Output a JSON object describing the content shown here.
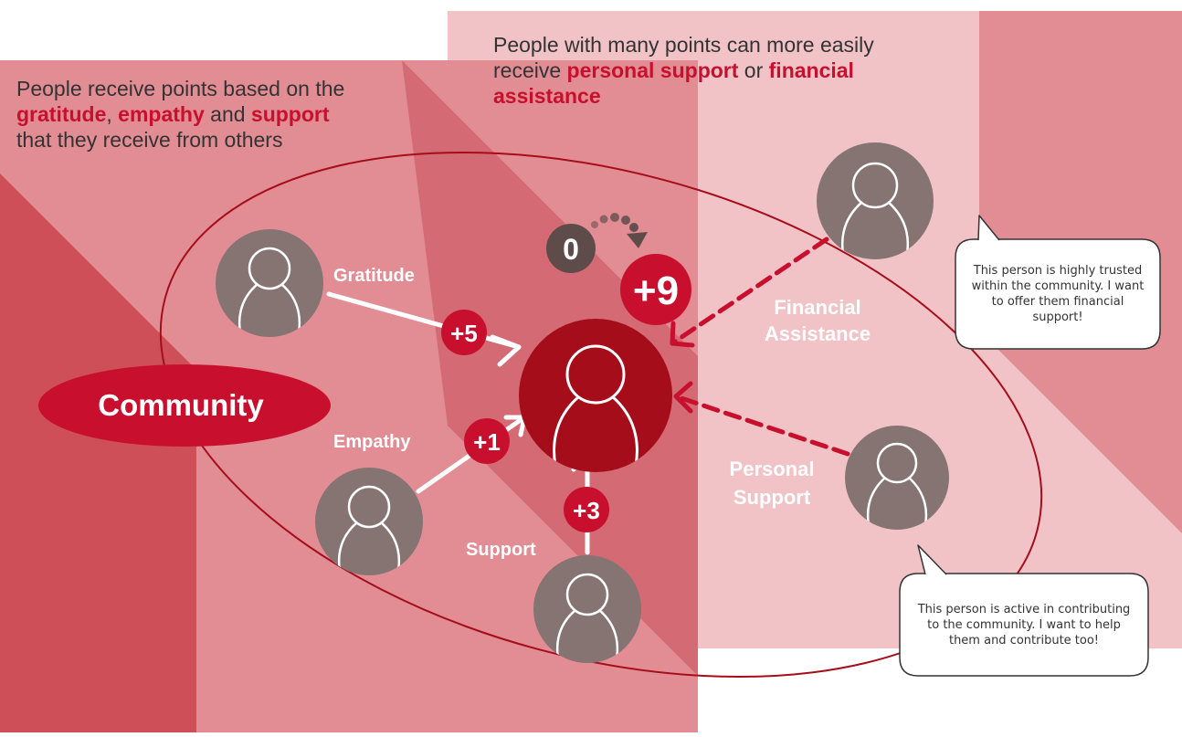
{
  "headlines": {
    "left": {
      "line1": "People receive points based on the",
      "kw1": "gratitude",
      "sep1": ", ",
      "kw2": "empathy",
      "sep2": " and ",
      "kw3": "support",
      "line3": "that they receive from others"
    },
    "right": {
      "line1": "People with many points can more easily",
      "pre": "receive ",
      "kw1": "personal support",
      "mid": " or ",
      "kw2": "financial assistance"
    }
  },
  "community_label": "Community",
  "flows": {
    "gratitude": {
      "label": "Gratitude",
      "points": "+5"
    },
    "empathy": {
      "label": "Empathy",
      "points": "+1"
    },
    "support": {
      "label": "Support",
      "points": "+3"
    },
    "financial": {
      "label_line1": "Financial",
      "label_line2": "Assistance"
    },
    "personal": {
      "label_line1": "Personal",
      "label_line2": "Support"
    }
  },
  "score": {
    "before": "0",
    "after": "+9"
  },
  "speech_bubbles": {
    "financial": "This person is highly trusted within the community. I want to offer them financial support!",
    "personal": "This person is active in contributing to the community. I want to help them and contribute too!"
  },
  "colors": {
    "accent_red": "#c8102e",
    "dark_red": "#a60d1a",
    "person_gray": "#857471",
    "dark_badge": "#5e4c4a",
    "panel_light_pink": "#f1c3c7",
    "panel_medium_pink": "#e28c94",
    "panel_deep_pink": "#cf4f59"
  },
  "icons": [
    "person-icon",
    "arrow-icon",
    "dotted-curve-arrow-icon",
    "speech-bubble-icon"
  ]
}
